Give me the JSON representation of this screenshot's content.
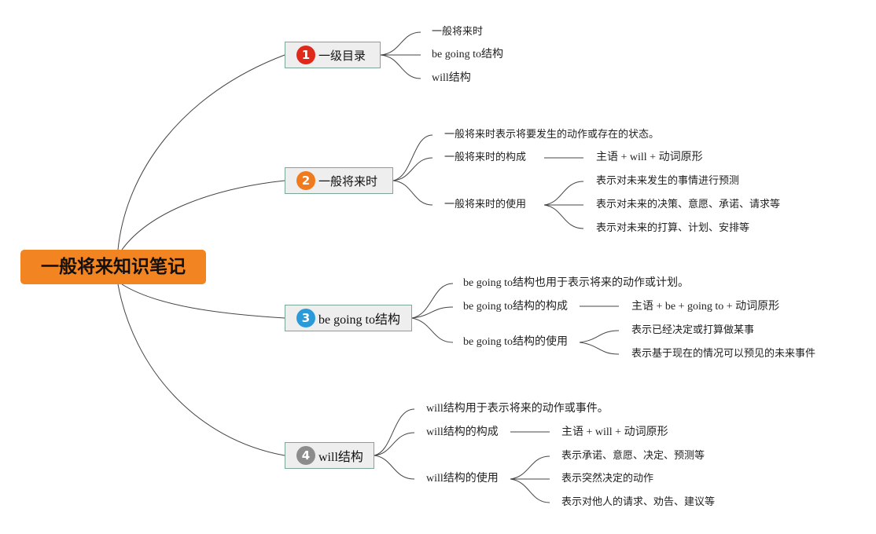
{
  "root": {
    "title": "一般将来知识笔记"
  },
  "colors": {
    "root": "#f28422",
    "badge1": "#e0281b",
    "badge2": "#f07a1c",
    "badge3": "#2a9bd8",
    "badge4": "#8c8c8c",
    "line": "#444444"
  },
  "branches": [
    {
      "number": "1",
      "label": "一级目录",
      "children": [
        "一般将来时",
        "be going to结构",
        "will结构"
      ]
    },
    {
      "number": "2",
      "label": "一般将来时",
      "definition": "一般将来时表示将要发生的动作或存在的状态。",
      "composition_label": "一般将来时的构成",
      "composition_value": "主语 + will + 动词原形",
      "usage_label": "一般将来时的使用",
      "usages": [
        "表示对未来发生的事情进行预测",
        "表示对未来的决策、意愿、承诺、请求等",
        "表示对未来的打算、计划、安排等"
      ]
    },
    {
      "number": "3",
      "label": "be going to结构",
      "definition": "be going to结构也用于表示将来的动作或计划。",
      "composition_label": "be going to结构的构成",
      "composition_value": "主语 + be + going to + 动词原形",
      "usage_label": "be going to结构的使用",
      "usages": [
        "表示已经决定或打算做某事",
        "表示基于现在的情况可以预见的未来事件"
      ]
    },
    {
      "number": "4",
      "label": "will结构",
      "definition": "will结构用于表示将来的动作或事件。",
      "composition_label": "will结构的构成",
      "composition_value": "主语 + will + 动词原形",
      "usage_label": "will结构的使用",
      "usages": [
        "表示承诺、意愿、决定、预测等",
        "表示突然决定的动作",
        "表示对他人的请求、劝告、建议等"
      ]
    }
  ]
}
